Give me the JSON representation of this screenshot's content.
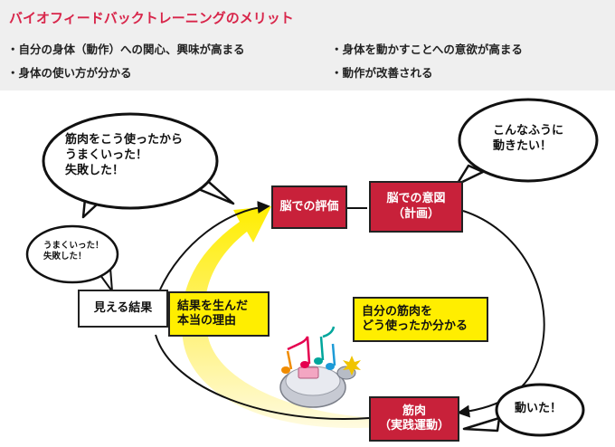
{
  "header": {
    "title": "バイオフィードバックトレーニングのメリット",
    "benefits_left": [
      "・自分の身体（動作）への関心、興味が高まる",
      "・身体の使い方が分かる"
    ],
    "benefits_right": [
      "・身体を動かすことへの意欲が高まる",
      "・動作が改善される"
    ]
  },
  "boxes": {
    "brain_eval": "脳での評価",
    "brain_intent": "脳での意図\n（計画）",
    "muscle": "筋肉\n（実践運動）",
    "visible_result": "見える結果",
    "true_reason": "結果を生んだ\n本当の理由",
    "muscle_usage": "自分の筋肉を\nどう使ったか分かる"
  },
  "bubbles": {
    "thought_main": "筋肉をこう使ったから\nうまくいった！\n失敗した！",
    "thought_small": "うまくいった！\n失敗した！",
    "wish": "こんなふうに\n動きたい！",
    "moved": "動いた！"
  },
  "colors": {
    "accent_red": "#c8213a",
    "title_red": "#d8254a",
    "highlight_yellow": "#ffee00",
    "panel_gray": "#efefef"
  }
}
